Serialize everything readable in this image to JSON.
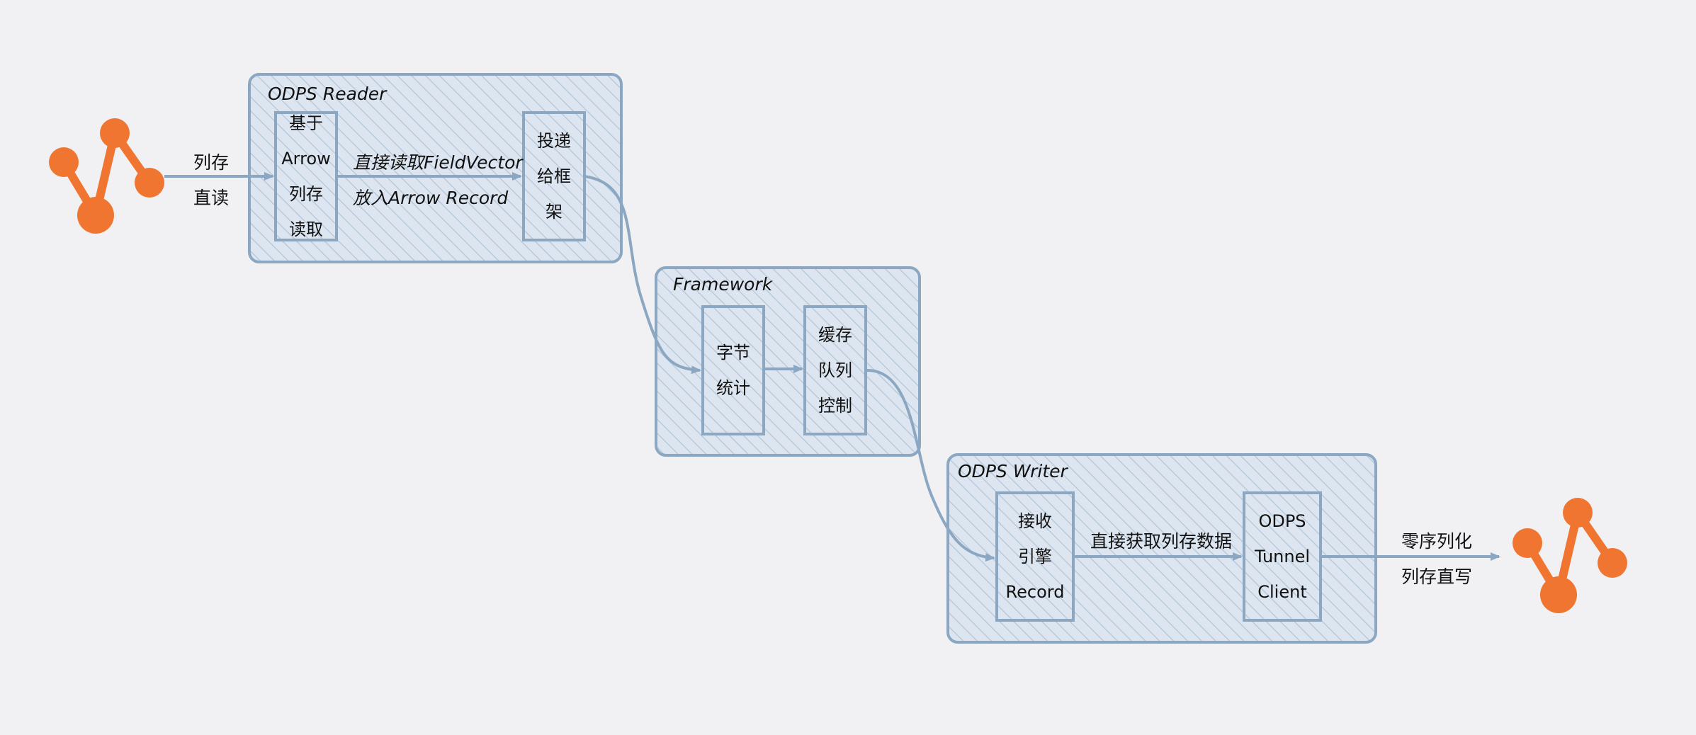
{
  "colors": {
    "stroke": "#8ba7c2",
    "fill": "#d8e3ee",
    "hatch": "#b9cadb",
    "logo": "#f07531",
    "background": "#f1f1f3"
  },
  "groups": {
    "reader": {
      "title": "ODPS Reader"
    },
    "framework": {
      "title": "Framework"
    },
    "writer": {
      "title": "ODPS Writer"
    }
  },
  "nodes": {
    "arrow_reader": "基于\nArrow\n列存\n读取",
    "deliver": "投递\n给框\n架",
    "byte_stats": "字节\n统计",
    "buffer_queue": "缓存\n队列\n控制",
    "receive_record": "接收\n引擎\nRecord",
    "tunnel_client": "ODPS\nTunnel\nClient"
  },
  "edges": {
    "columnar_read": "列存\n直读",
    "field_vector": "直接读取FieldVector\n放入Arrow Record",
    "columnar_data": "直接获取列存数据",
    "zero_serialization": "零序列化\n列存直写"
  },
  "icons": {
    "source": "odps-logo-icon",
    "target": "odps-logo-icon"
  }
}
